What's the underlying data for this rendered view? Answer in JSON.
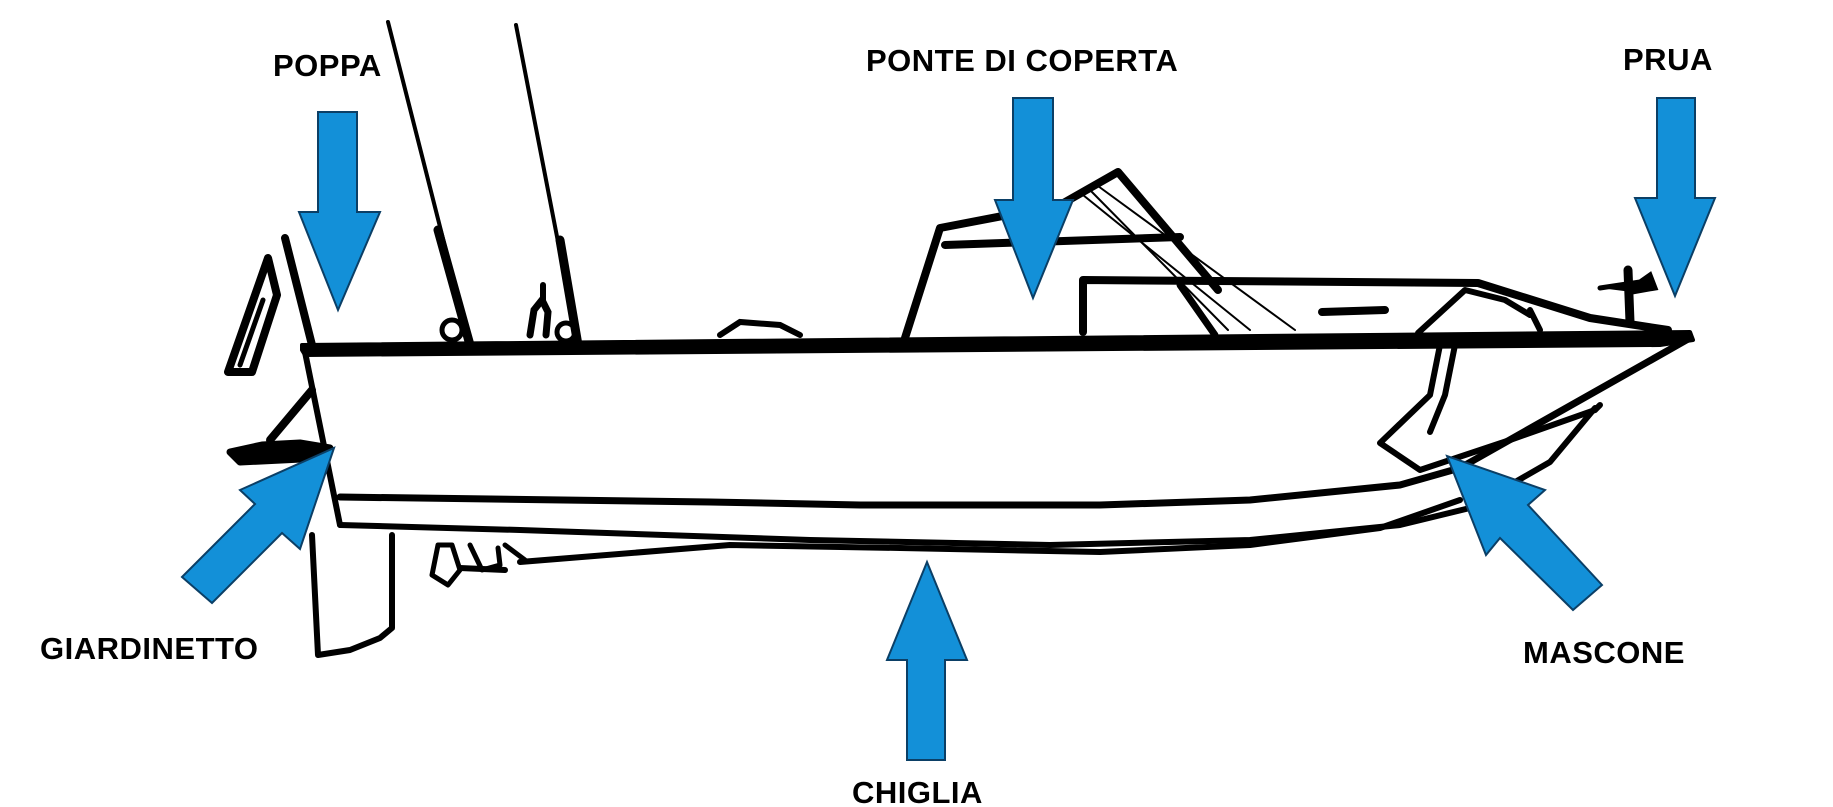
{
  "labels": {
    "poppa": "POPPA",
    "ponte_di_coperta": "PONTE DI COPERTA",
    "prua": "PRUA",
    "giardinetto": "GIARDINETTO",
    "chiglia": "CHIGLIA",
    "mascone": "MASCONE"
  },
  "colors": {
    "arrow": "#1390d8",
    "outline": "#000000",
    "background": "#ffffff"
  }
}
